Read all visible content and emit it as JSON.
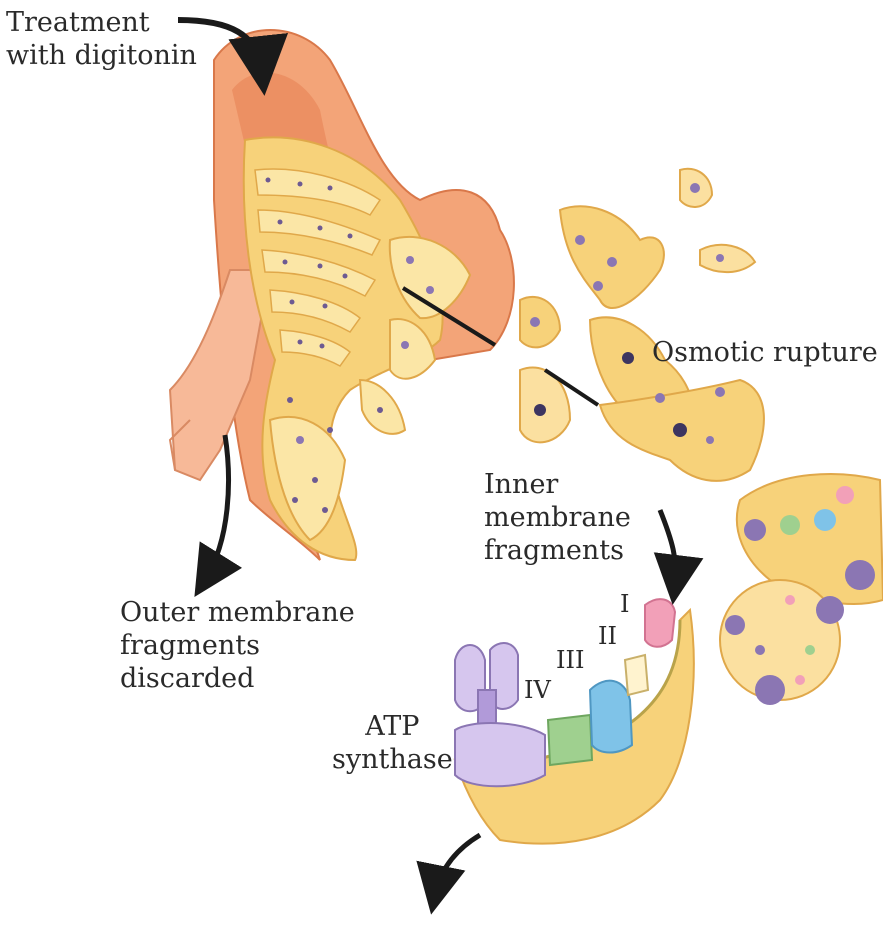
{
  "labels": {
    "treatment": [
      "Treatment",
      "with digitonin"
    ],
    "osmotic": "Osmotic rupture",
    "inner": [
      "Inner",
      "membrane",
      "fragments"
    ],
    "outer": [
      "Outer membrane",
      "fragments",
      "discarded"
    ],
    "atp": [
      "ATP",
      "synthase"
    ],
    "complexes": [
      "I",
      "II",
      "III",
      "IV"
    ]
  },
  "colors": {
    "outer_membrane": "#f3a478",
    "outer_membrane_dark": "#e57f52",
    "matrix": "#f7d27a",
    "matrix_light": "#fbe6a6",
    "particle_purple": "#8b76b3",
    "complex_I": "#f2a0b8",
    "complex_II": "#fff3cf",
    "complex_III": "#7fc3e8",
    "complex_IV": "#9fd08f",
    "atp_synthase": "#d6c6ee",
    "arrow": "#1a1a1a"
  }
}
